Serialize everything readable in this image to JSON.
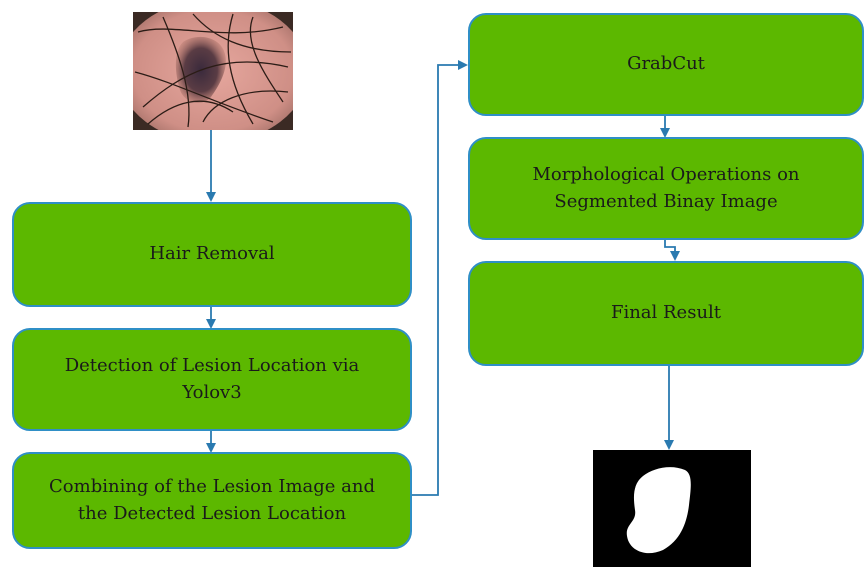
{
  "colors": {
    "node_fill": "#5cb800",
    "node_border": "#2f8fc6",
    "arrow": "#2a7ab0"
  },
  "inputs": {
    "skin_image": "dermoscopy-skin-lesion-with-hair"
  },
  "outputs": {
    "mask_image": "binary-segmentation-mask"
  },
  "nodes": {
    "hair_removal": {
      "lines": [
        "Hair Removal"
      ]
    },
    "detection": {
      "lines": [
        "Detection of Lesion Location via",
        "Yolov3"
      ]
    },
    "combining": {
      "lines": [
        "Combining of the Lesion Image and",
        "the Detected Lesion Location"
      ]
    },
    "grabcut": {
      "lines": [
        "GrabCut"
      ]
    },
    "morph": {
      "lines": [
        "Morphological Operations on",
        "Segmented Binay Image"
      ]
    },
    "final": {
      "lines": [
        "Final Result"
      ]
    }
  }
}
